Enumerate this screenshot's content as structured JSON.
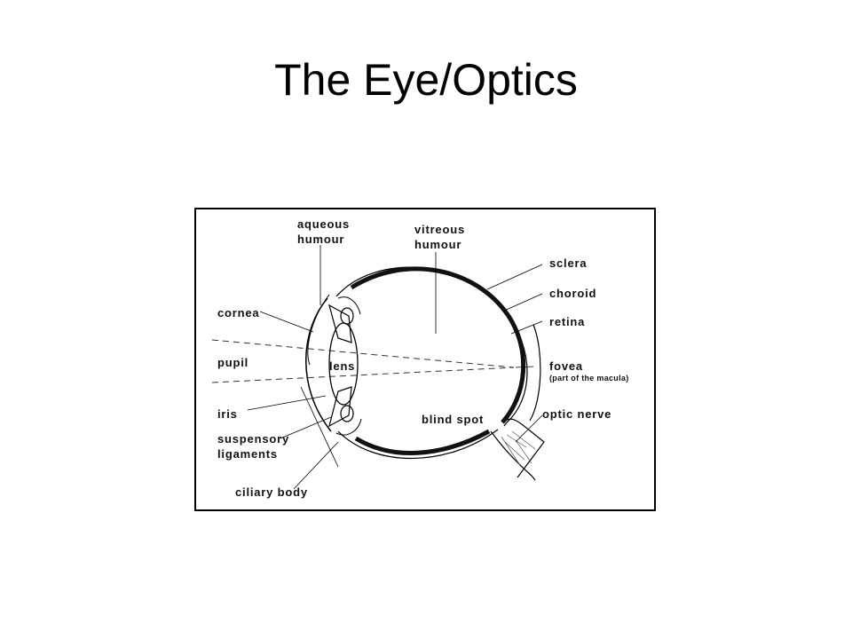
{
  "slide": {
    "title": "The Eye/Optics"
  },
  "diagram": {
    "labels": {
      "aqueous_line1": "aqueous",
      "aqueous_line2": "humour",
      "vitreous_line1": "vitreous",
      "vitreous_line2": "humour",
      "sclera": "sclera",
      "choroid": "choroid",
      "retina": "retina",
      "cornea": "cornea",
      "pupil": "pupil",
      "lens": "lens",
      "fovea": "fovea",
      "fovea_note": "(part of the macula)",
      "iris": "iris",
      "blind_spot": "blind spot",
      "optic_nerve": "optic nerve",
      "suspensory_line1": "suspensory",
      "suspensory_line2": "ligaments",
      "ciliary_body": "ciliary body"
    }
  }
}
